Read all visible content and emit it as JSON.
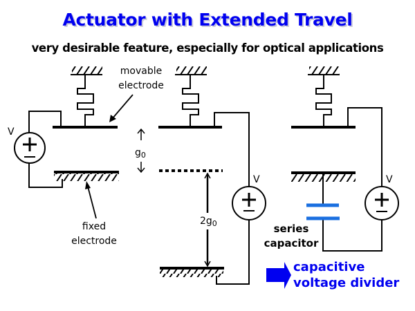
{
  "title": "Actuator with Extended Travel",
  "subtitle": "very desirable feature, especially for optical applications",
  "labels": {
    "movable_line1": "movable",
    "movable_line2": "electrode",
    "fixed_line1": "fixed",
    "fixed_line2": "electrode",
    "gap": "g",
    "gap_sub": "0",
    "gap2_prefix": "2g",
    "gap2_sub": "0",
    "voltage": "V",
    "series_line1": "series",
    "series_line2": "capacitor",
    "divider_line1": "capacitive",
    "divider_line2": "voltage divider"
  },
  "colors": {
    "title": "#0000f0",
    "capacitor": "#1a6fe0",
    "arrow": "#0000f0"
  }
}
